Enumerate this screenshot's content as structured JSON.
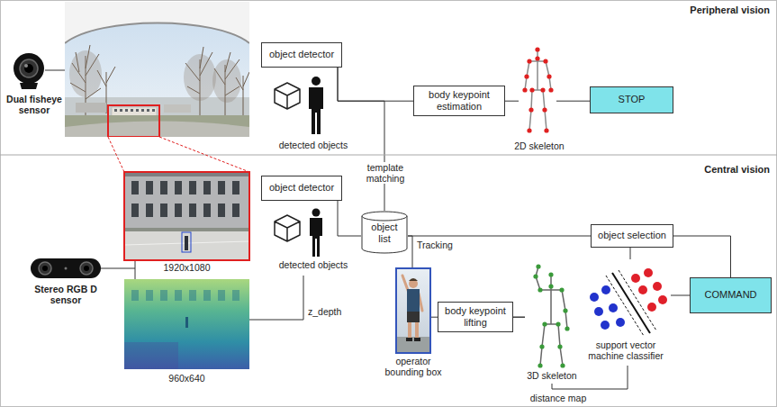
{
  "diagram": {
    "nodes": [
      {
        "text": [
          "object detector"
        ]
      },
      {
        "text": [
          "body keypoint estimation"
        ]
      },
      {
        "text": [
          "STOP"
        ]
      },
      {
        "text": [
          "object detector"
        ]
      },
      {
        "text": [
          "object list"
        ]
      },
      {
        "text": [
          "object selection"
        ]
      },
      {
        "text": [
          "COMMAND"
        ]
      },
      {
        "text": [
          "body keypoint lifting"
        ]
      }
    ],
    "edges": [
      {
        "from": 0,
        "to": 1,
        "arrow": "none"
      },
      {
        "from": 1,
        "to": 2,
        "arrow": "none"
      },
      {
        "from": 0,
        "to": 4,
        "label": "template matching",
        "arrow": "none"
      },
      {
        "from": 3,
        "to": 4,
        "arrow": "none"
      },
      {
        "from": 4,
        "to": 5,
        "arrow": "none"
      },
      {
        "from": 4,
        "to": 7,
        "label": "Tracking",
        "arrow": "none"
      },
      {
        "from": 7,
        "to": 5,
        "arrow": "none"
      },
      {
        "from": 7,
        "to": 6,
        "arrow": "none"
      },
      {
        "from": 5,
        "to": 6,
        "arrow": "none"
      }
    ],
    "labels": [
      "Peripheral vision",
      "Dual fisheye sensor",
      "detected objects",
      "2D skeleton",
      "Central vision",
      "1920x1080",
      "detected objects",
      "Stereo RGB D sensor",
      "z_depth",
      "960x640",
      "operator bounding box",
      "3D skeleton",
      "support vector machine classifier",
      "distance map"
    ]
  }
}
